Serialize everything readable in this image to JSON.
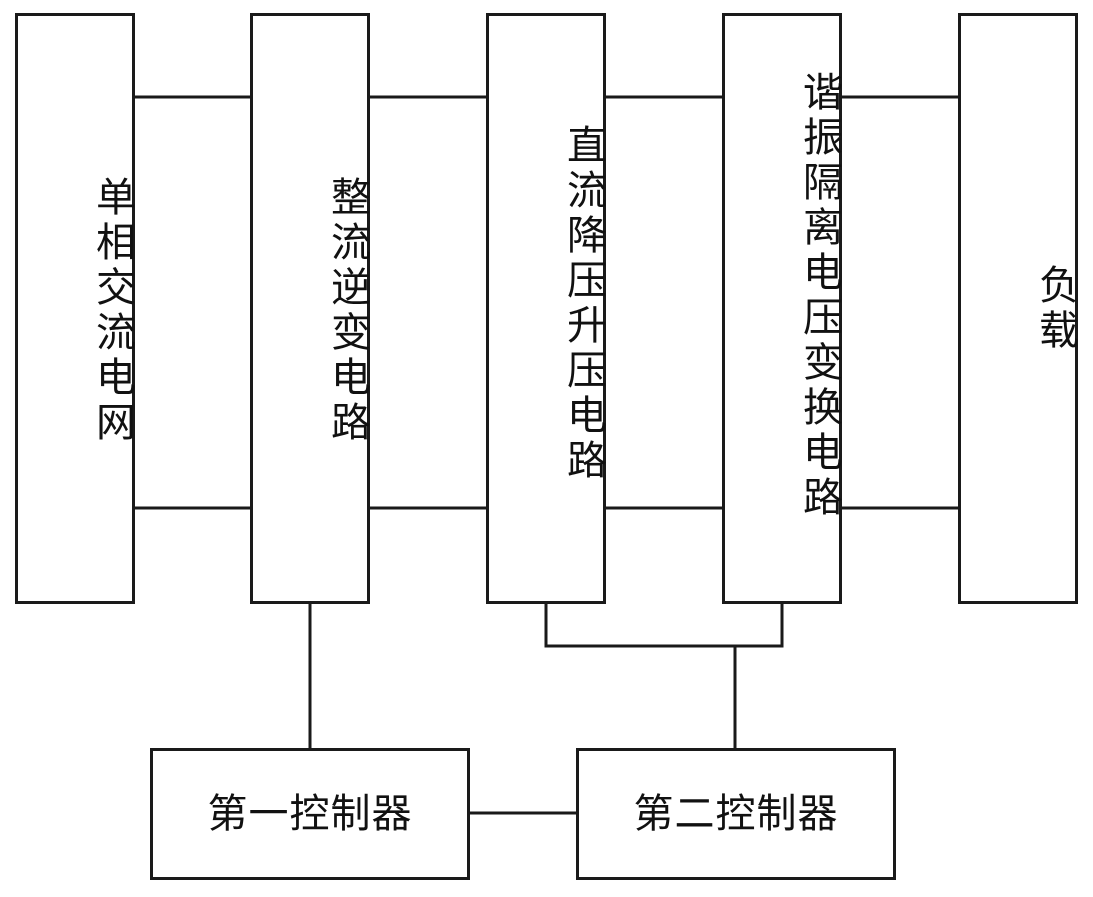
{
  "diagram": {
    "blocks": {
      "grid": "单相交流电网",
      "rectifier_inverter": "整流逆变电路",
      "dc_buck_boost": "直流降压升压电路",
      "resonant_isolated_converter": "谐振隔离电压变换电路",
      "load": "负载",
      "first_controller": "第一控制器",
      "second_controller": "第二控制器"
    }
  }
}
